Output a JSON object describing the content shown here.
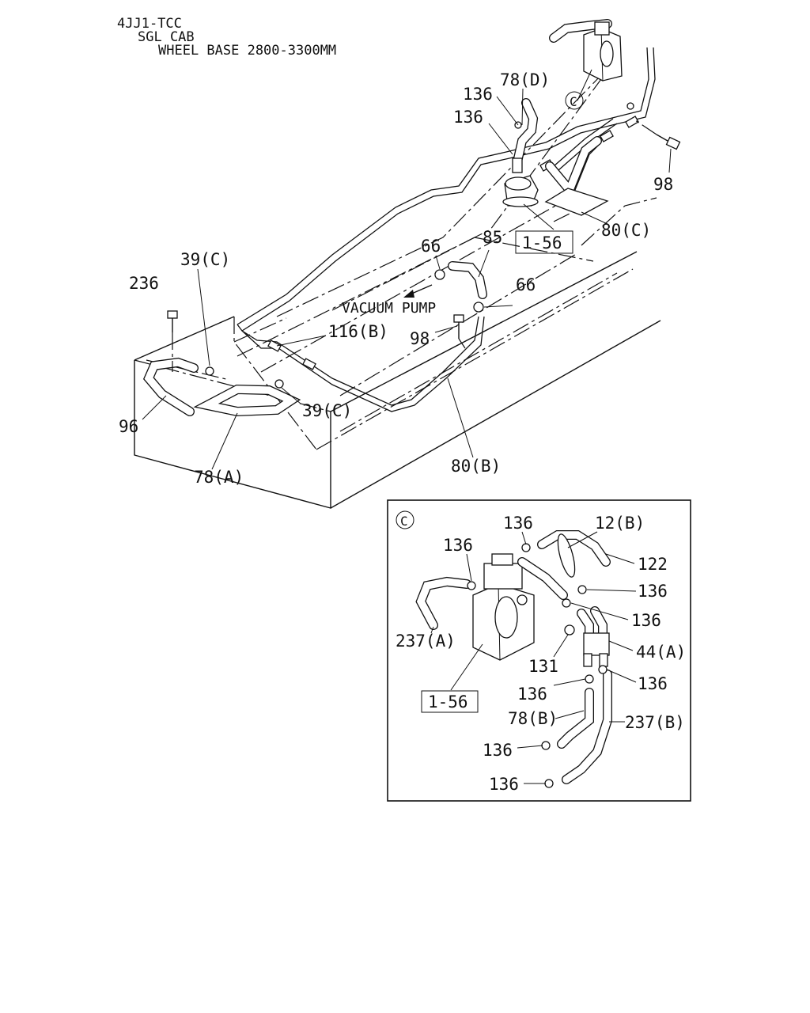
{
  "header": {
    "line1": "4JJ1-TCC",
    "line2": "SGL CAB",
    "line3": "WHEEL BASE 2800-3300MM"
  },
  "main_labels": {
    "p78d": "78(D)",
    "p136a": "136",
    "p136b": "136",
    "circle_c": "C",
    "p98a": "98",
    "p80c": "80(C)",
    "box_156": "1-56",
    "p85": "85",
    "p66a": "66",
    "p66b": "66",
    "vacuum_pump": "VACUUM PUMP",
    "p98b": "98",
    "p116b": "116(B)",
    "p39c_top": "39(C)",
    "p236": "236",
    "p39c_bot": "39(C)",
    "p96": "96",
    "p78a": "78(A)",
    "p80b": "80(B)"
  },
  "detail_labels": {
    "circle_c": "C",
    "p136_1": "136",
    "p12b": "12(B)",
    "p136_2": "136",
    "p122": "122",
    "p136_3": "136",
    "p136_4": "136",
    "p237a": "237(A)",
    "p131": "131",
    "p44a": "44(A)",
    "box_156": "1-56",
    "p136_5": "136",
    "p136_6": "136",
    "p78b": "78(B)",
    "p237b": "237(B)",
    "p136_7": "136",
    "p136_8": "136"
  }
}
